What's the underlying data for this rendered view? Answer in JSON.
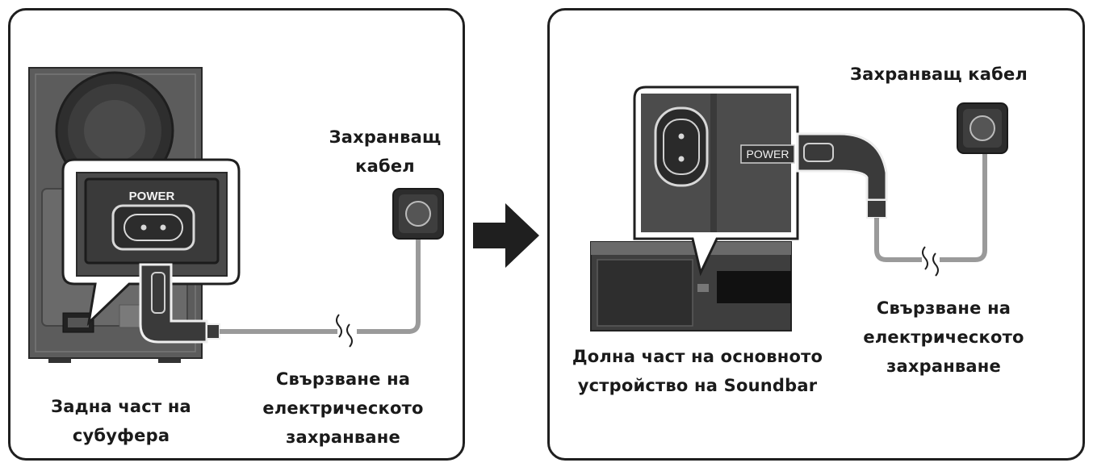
{
  "left_panel": {
    "power_label": "POWER",
    "cord_label_line1": "Захранващ",
    "cord_label_line2": "кабел",
    "device_label_line1": "Задна част на",
    "device_label_line2": "субуфера",
    "connect_label_line1": "Свързване на",
    "connect_label_line2": "електрическото",
    "connect_label_line3": "захранване"
  },
  "right_panel": {
    "power_label": "POWER",
    "cord_label": "Захранващ кабел",
    "device_label_line1": "Долна част на основното",
    "device_label_line2": "устройство на Soundbar",
    "connect_label_line1": "Свързване на",
    "connect_label_line2": "електрическото",
    "connect_label_line3": "захранване"
  },
  "icons": {
    "flow_arrow": "right-arrow-icon",
    "wall_outlet": "power-outlet-icon",
    "plug": "power-plug-icon"
  },
  "colors": {
    "frame": "#1f1f1f",
    "device_body": "#5a5a5a",
    "device_dark": "#2b2b2b",
    "cable": "#9a9a9a",
    "arrow": "#1f1f1f"
  }
}
